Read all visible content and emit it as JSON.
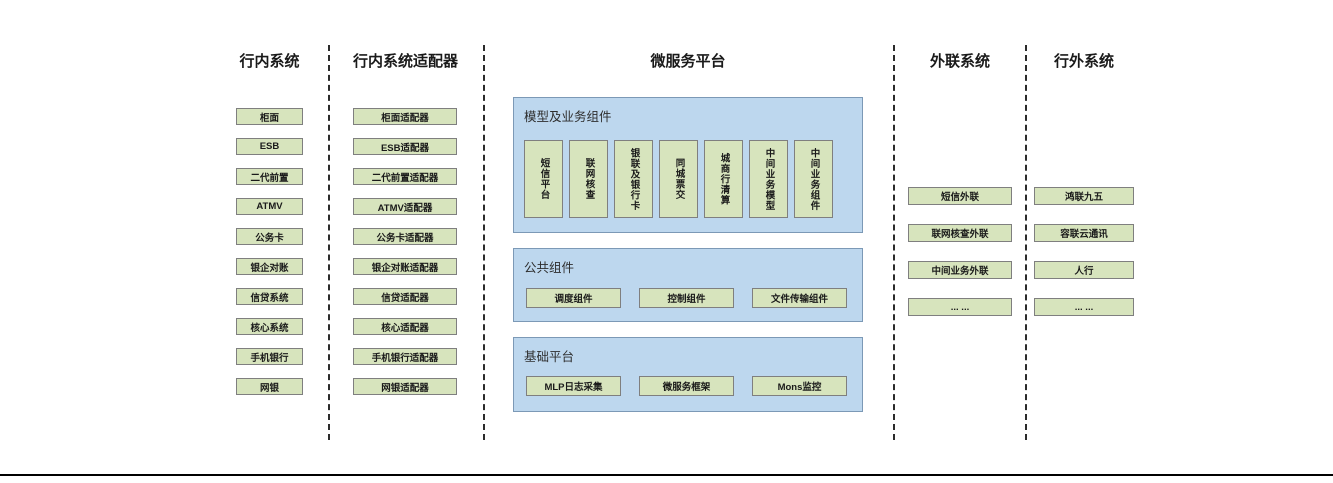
{
  "diagram": {
    "columns": [
      {
        "title": "行内系统",
        "items": [
          "柜面",
          "ESB",
          "二代前置",
          "ATMV",
          "公务卡",
          "银企对账",
          "信贷系统",
          "核心系统",
          "手机银行",
          "网银"
        ]
      },
      {
        "title": "行内系统适配器",
        "items": [
          "柜面适配器",
          "ESB适配器",
          "二代前置适配器",
          "ATMV适配器",
          "公务卡适配器",
          "银企对账适配器",
          "信贷适配器",
          "核心适配器",
          "手机银行适配器",
          "网银适配器"
        ]
      },
      {
        "title": "微服务平台",
        "sections": [
          {
            "title": "模型及业务组件",
            "orientation": "vertical",
            "items": [
              "短信平台",
              "联网核查",
              "银联及银行卡",
              "同城票交",
              "城商行清算",
              "中间业务模型",
              "中间业务组件"
            ]
          },
          {
            "title": "公共组件",
            "orientation": "horizontal",
            "items": [
              "调度组件",
              "控制组件",
              "文件传输组件"
            ]
          },
          {
            "title": "基础平台",
            "orientation": "horizontal",
            "items": [
              "MLP日志采集",
              "微服务框架",
              "Mons监控"
            ]
          }
        ]
      },
      {
        "title": "外联系统",
        "items": [
          "短信外联",
          "联网核查外联",
          "中间业务外联",
          "... ..."
        ]
      },
      {
        "title": "行外系统",
        "items": [
          "鸿联九五",
          "容联云通讯",
          "人行",
          "... ..."
        ]
      }
    ],
    "colors": {
      "box_fill": "#d7e4bd",
      "box_border": "#7f7f7f",
      "panel_fill": "#bdd7ee",
      "panel_border": "#7c99b6",
      "divider": "#2b2b2b",
      "bottom_rule": "#000000"
    }
  }
}
